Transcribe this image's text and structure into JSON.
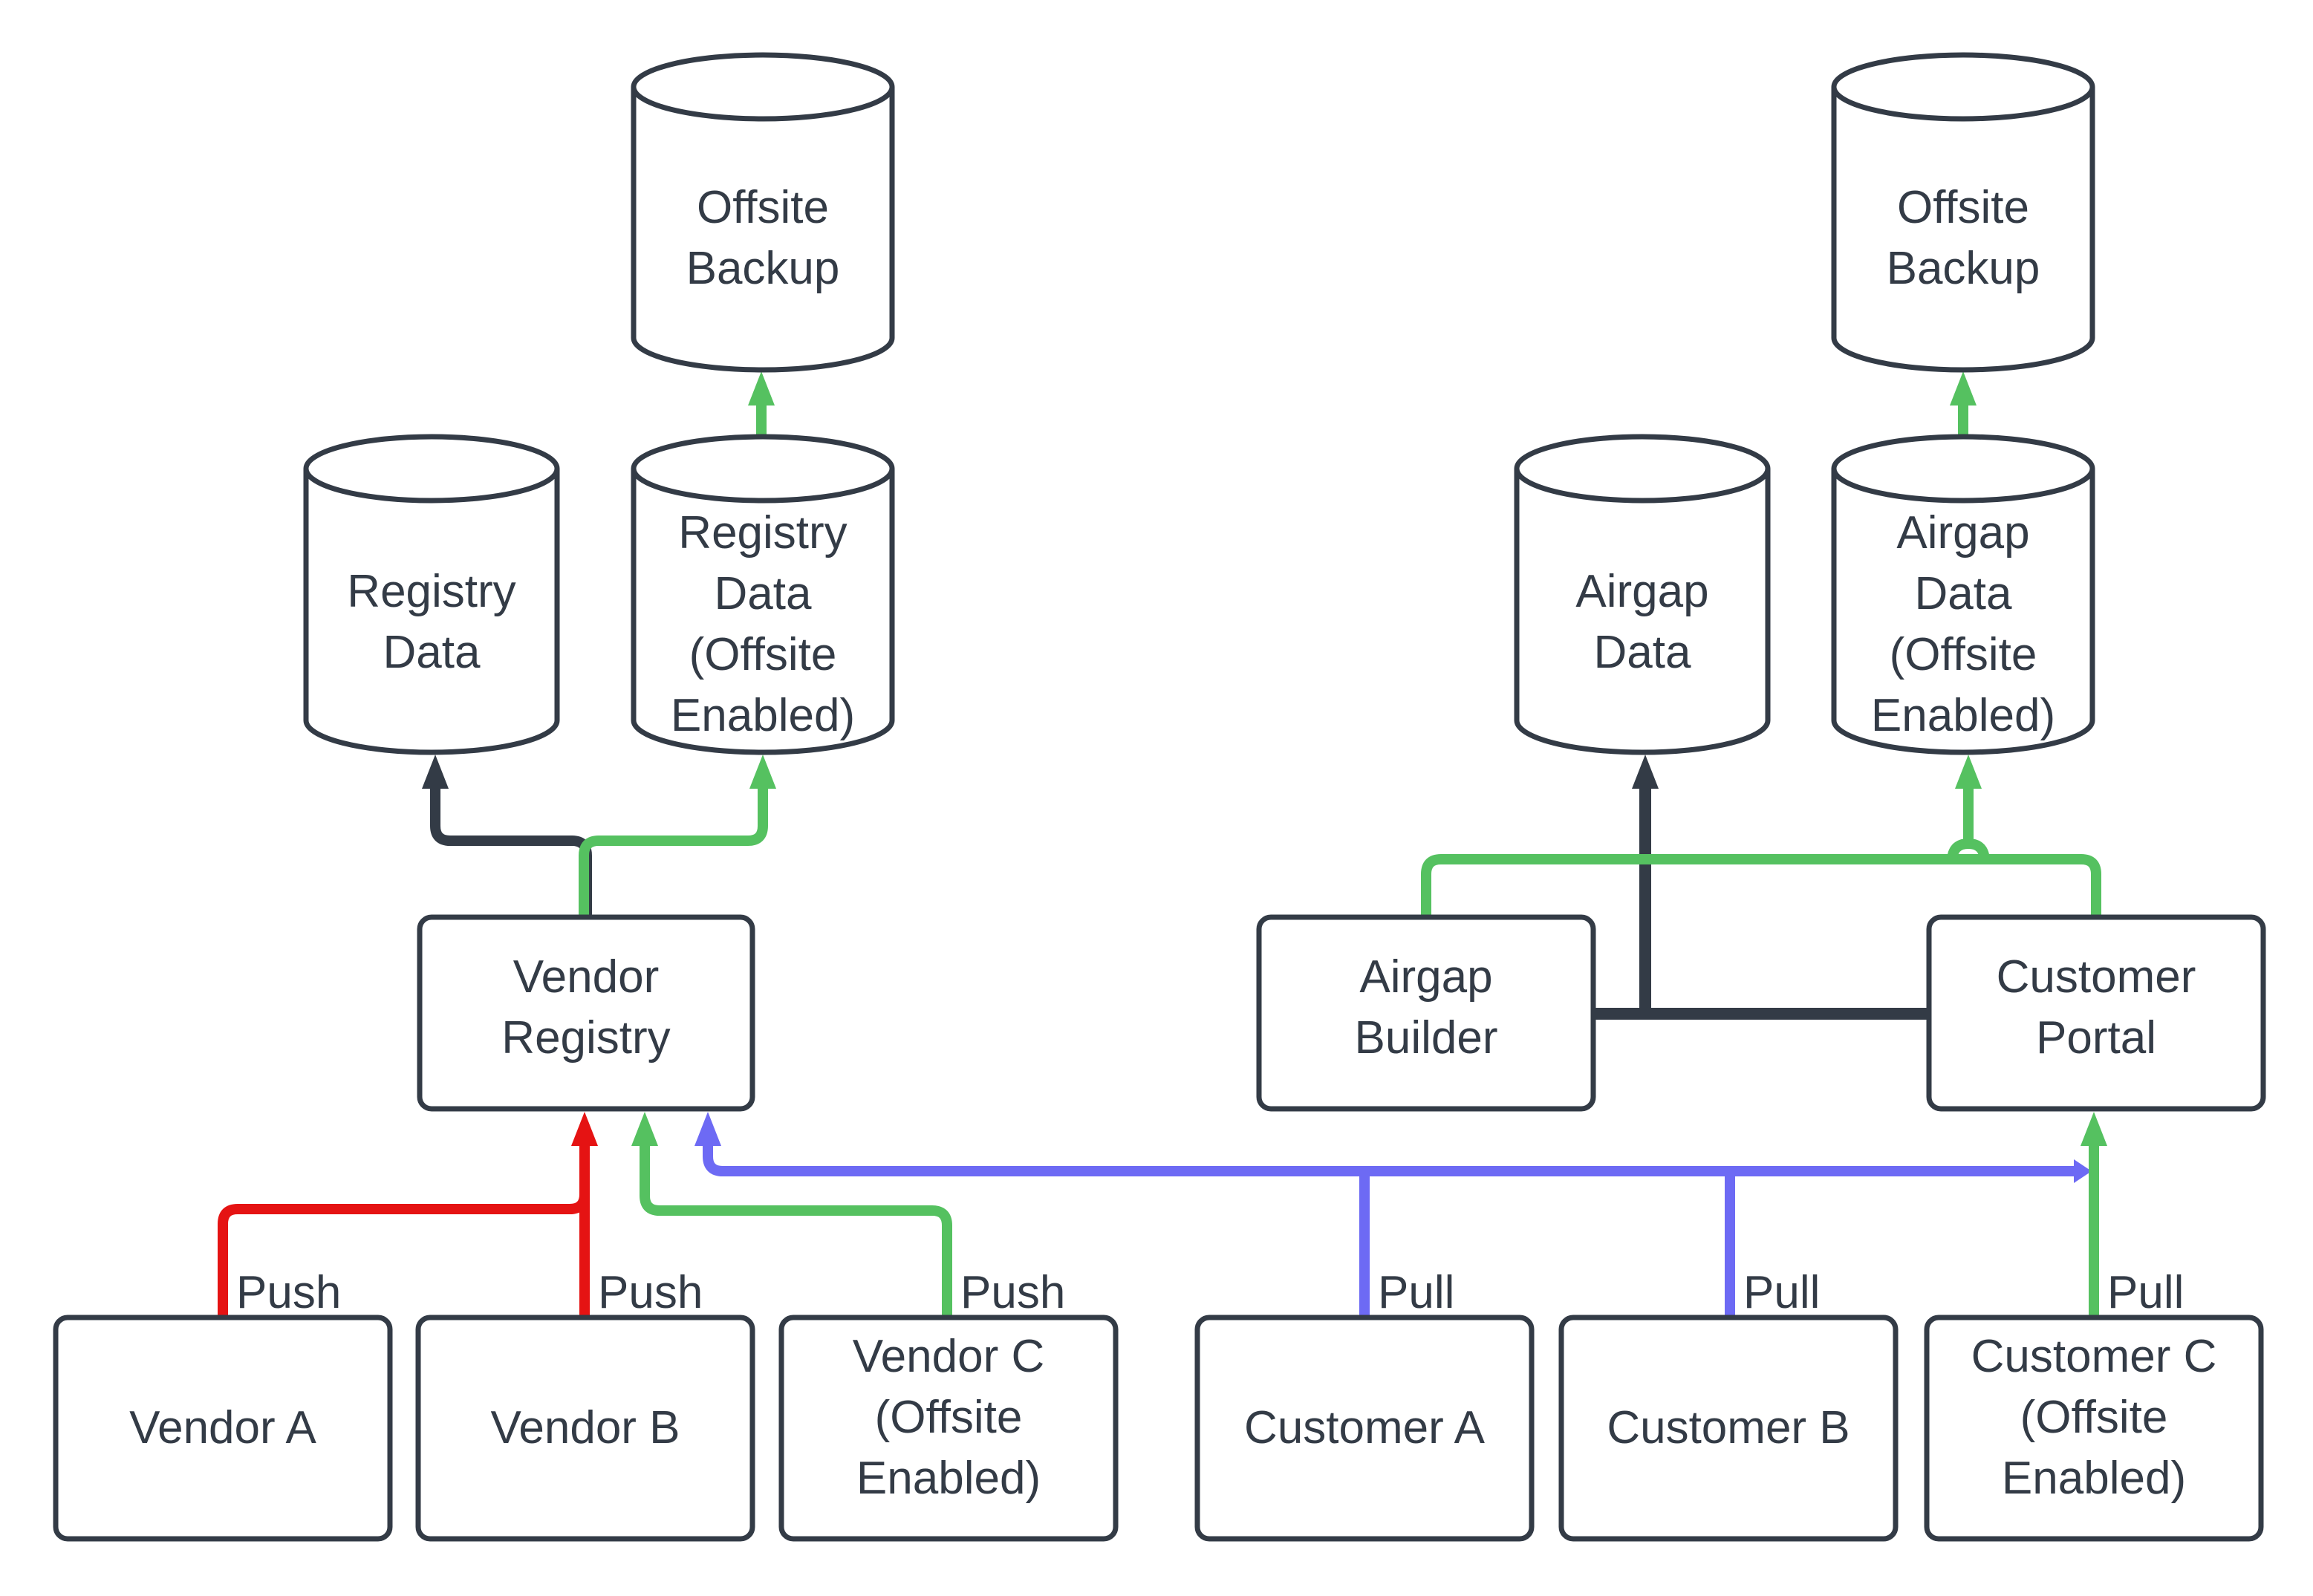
{
  "diagram": {
    "title_hint": "vendor-registry-airgap-flow-diagram",
    "colors": {
      "dark": "#333b46",
      "green": "#55c160",
      "red": "#e51313",
      "blue": "#6d6af4",
      "node_fill": "#ffffff",
      "background": "#ffffff"
    },
    "nodes": {
      "offsite_backup_left": {
        "label": "Offsite\nBackup"
      },
      "registry_data": {
        "label": "Registry\nData"
      },
      "registry_data_offsite": {
        "label": "Registry\nData\n(Offsite\nEnabled)"
      },
      "vendor_registry": {
        "label": "Vendor\nRegistry"
      },
      "vendor_a": {
        "label": "Vendor A"
      },
      "vendor_b": {
        "label": "Vendor B"
      },
      "vendor_c": {
        "label": "Vendor C\n(Offsite\nEnabled)"
      },
      "offsite_backup_right": {
        "label": "Offsite\nBackup"
      },
      "airgap_data": {
        "label": "Airgap\nData"
      },
      "airgap_data_offsite": {
        "label": "Airgap\nData\n(Offsite\nEnabled)"
      },
      "airgap_builder": {
        "label": "Airgap\nBuilder"
      },
      "customer_portal": {
        "label": "Customer\nPortal"
      },
      "customer_a": {
        "label": "Customer A"
      },
      "customer_b": {
        "label": "Customer B"
      },
      "customer_c": {
        "label": "Customer C\n(Offsite\nEnabled)"
      }
    },
    "edge_labels": {
      "push_a": "Push",
      "push_b": "Push",
      "push_c": "Push",
      "pull_a": "Pull",
      "pull_b": "Pull",
      "pull_c": "Pull"
    }
  }
}
